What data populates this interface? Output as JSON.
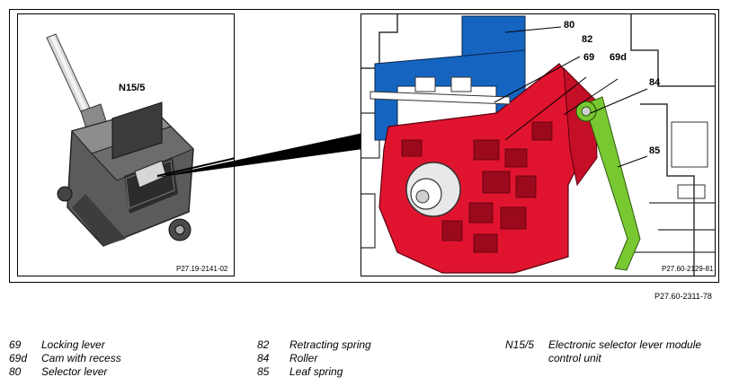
{
  "left_panel": {
    "label": "N15/5",
    "figure_id": "P27.19-2141-02"
  },
  "right_panel": {
    "callouts": {
      "c80": "80",
      "c82": "82",
      "c69": "69",
      "c69d": "69d",
      "c84": "84",
      "c85": "85"
    },
    "figure_id": "P27.60-2129-81"
  },
  "figure_ref": "P27.60-2311-78",
  "legend": [
    [
      {
        "num": "69",
        "desc": "Locking lever"
      },
      {
        "num": "69d",
        "desc": "Cam with recess"
      },
      {
        "num": "80",
        "desc": "Selector lever"
      }
    ],
    [
      {
        "num": "82",
        "desc": "Retracting spring"
      },
      {
        "num": "84",
        "desc": "Roller"
      },
      {
        "num": "85",
        "desc": "Leaf spring"
      }
    ],
    [
      {
        "num": "N15/5",
        "desc_line1": "Electronic selector lever module",
        "desc_line2": "control unit"
      }
    ]
  ],
  "colors": {
    "selector_lever": "#1565c0",
    "locking_lever": "#e0142e",
    "leaf_spring": "#78c832"
  }
}
